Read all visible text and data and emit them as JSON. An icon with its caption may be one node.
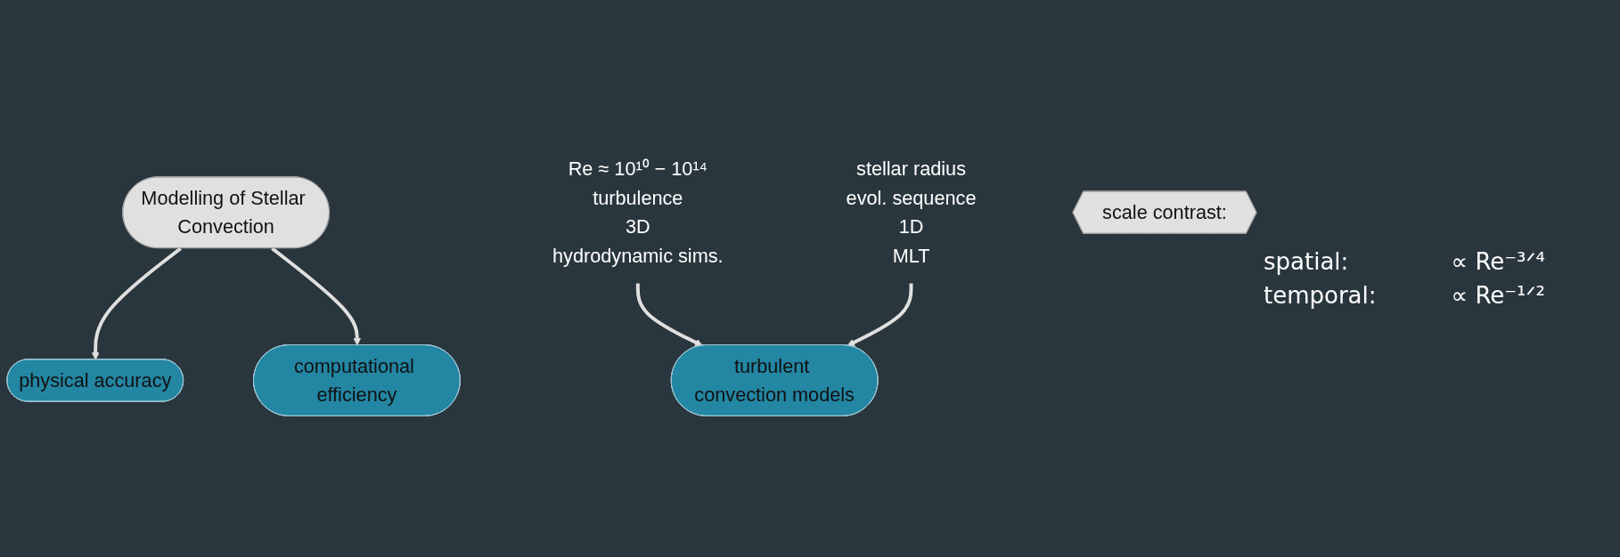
{
  "diagram": {
    "nodes": [
      {
        "text": [
          "Modelling of Stellar Convection"
        ]
      },
      {
        "text": [
          "physical accuracy"
        ]
      },
      {
        "text": [
          "computational efficiency"
        ]
      },
      {
        "text": [
          "Re ≈ 10¹⁰ − 10¹⁴",
          "turbulence",
          "3D",
          "hydrodynamic sims."
        ]
      },
      {
        "text": [
          "stellar radius",
          "evol. sequence",
          "1D",
          "MLT"
        ]
      },
      {
        "text": [
          "turbulent convection models"
        ]
      },
      {
        "text": [
          "scale contrast:"
        ]
      }
    ],
    "edges": [
      {
        "from": 0,
        "to": 1,
        "arrow": "to"
      },
      {
        "from": 0,
        "to": 2,
        "arrow": "to"
      },
      {
        "from": 3,
        "to": 5,
        "arrow": "to"
      },
      {
        "from": 4,
        "to": 5,
        "arrow": "to"
      }
    ],
    "labels": [
      "spatial:",
      "∝ Re⁻³ᐟ⁴",
      "temporal:",
      "∝ Re⁻¹ᐟ²"
    ]
  }
}
